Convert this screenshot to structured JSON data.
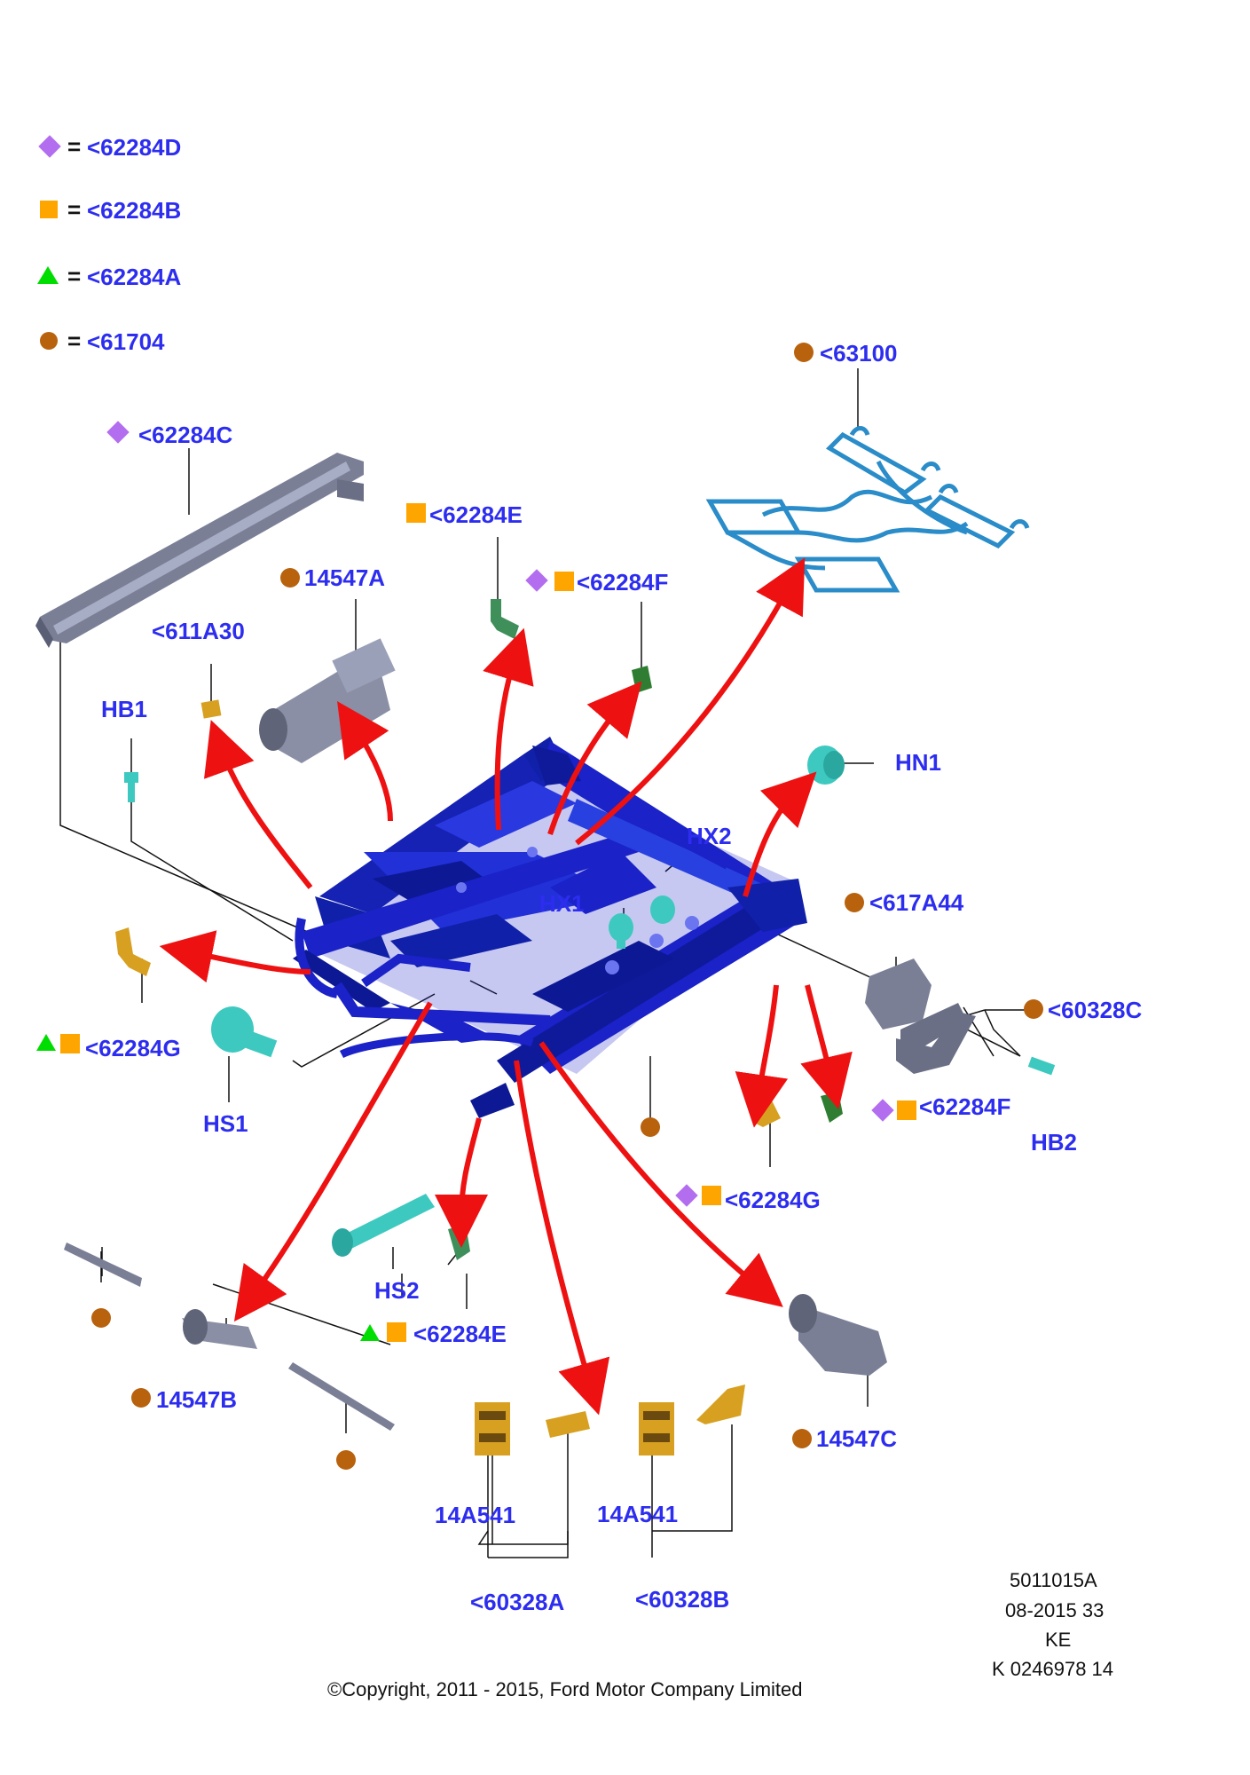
{
  "legend": [
    {
      "marker": "diamond",
      "equals": "=",
      "code": "<62284D"
    },
    {
      "marker": "square",
      "equals": "=",
      "code": "<62284B"
    },
    {
      "marker": "triangle",
      "equals": "=",
      "code": "<62284A"
    },
    {
      "marker": "circle",
      "equals": "=",
      "code": "<61704"
    }
  ],
  "callouts": {
    "c63100": "<63100",
    "c62284C": "<62284C",
    "c62284E_top": "<62284E",
    "c62284F_top": "<62284F",
    "c14547A": "14547A",
    "c611A30": "<611A30",
    "hb1": "HB1",
    "hn1": "HN1",
    "hx2": "HX2",
    "hx1": "HX1",
    "c617A44": "<617A44",
    "c60328C": "<60328C",
    "c62284G_left": "<62284G",
    "hs1": "HS1",
    "c62284F_right": "<62284F",
    "hb2": "HB2",
    "c62284G_mid": "<62284G",
    "hs2": "HS2",
    "c62284E_bot": "<62284E",
    "c14547B": "14547B",
    "c14547C": "14547C",
    "c14A541_a": "14A541",
    "c14A541_b": "14A541",
    "c60328A": "<60328A",
    "c60328B": "<60328B"
  },
  "footer": {
    "ref1": "5011015A",
    "ref2": "08-2015 33",
    "ref3": "KE",
    "ref4": "K 0246978 14",
    "copyright": "©Copyright, 2011 - 2015, Ford Motor Company Limited"
  },
  "colors": {
    "label": "#2d2df0",
    "frame": "#1a22c8",
    "arrow": "#ee1111",
    "circle": "#b8620e",
    "square": "#ffa500",
    "diamond": "#b36ef0",
    "triangle": "#00dd00",
    "teal": "#3ec9c0",
    "gold": "#d8a020",
    "green_part": "#2e7d32",
    "grey_part": "#7a7f96"
  }
}
